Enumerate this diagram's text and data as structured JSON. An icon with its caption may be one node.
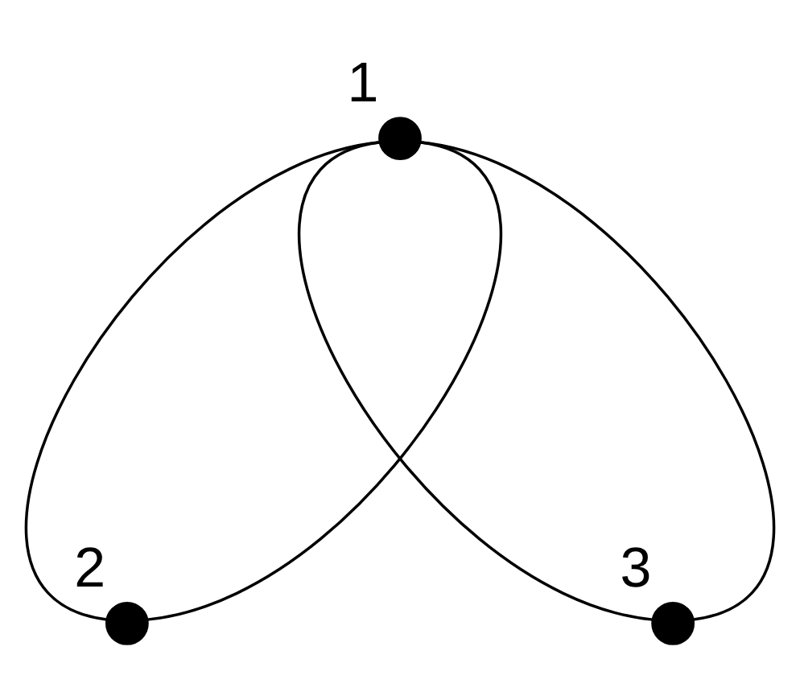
{
  "diagram": {
    "nodes": [
      {
        "text": [],
        "shape": "circle",
        "beside": [
          "1"
        ]
      },
      {
        "text": [],
        "shape": "circle",
        "beside": [
          "2"
        ]
      },
      {
        "text": [],
        "shape": "circle",
        "beside": [
          "3"
        ]
      }
    ],
    "edges": [
      {
        "from": 0,
        "to": 1,
        "arrow": "none"
      },
      {
        "from": 0,
        "to": 1,
        "arrow": "none"
      },
      {
        "from": 0,
        "to": 2,
        "arrow": "none"
      },
      {
        "from": 0,
        "to": 2,
        "arrow": "none"
      }
    ]
  }
}
